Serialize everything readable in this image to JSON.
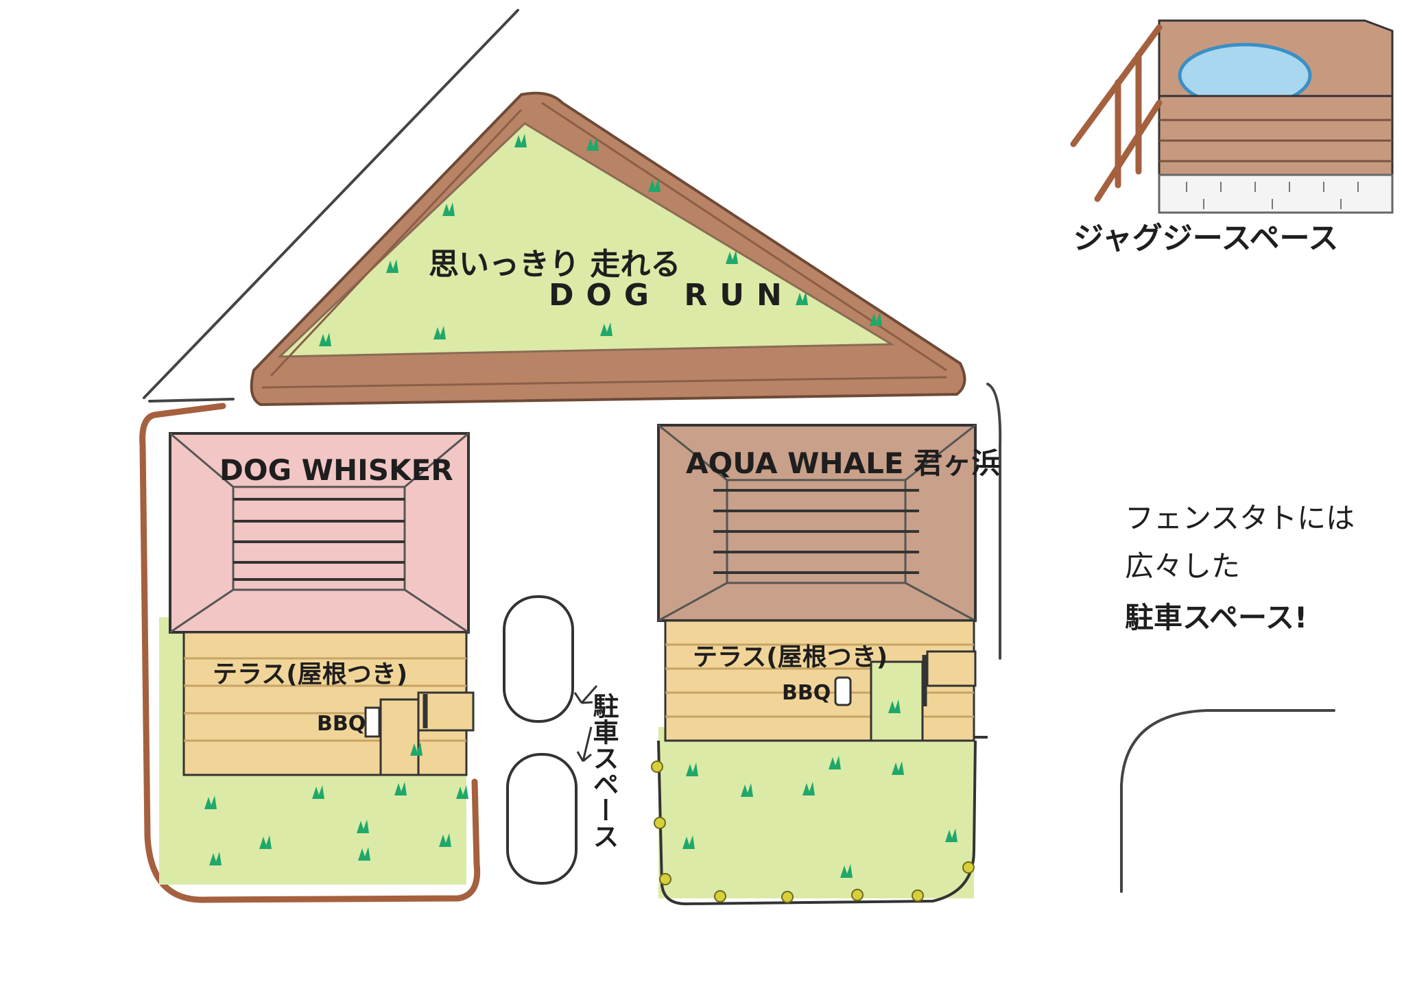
{
  "dog_run": {
    "line1": "思いっきり 走れる",
    "line2": "DOG RUN"
  },
  "cabin_left": {
    "name": "DOG WHISKER",
    "terrace": "テラス(屋根つき)",
    "bbq": "BBQ"
  },
  "cabin_right": {
    "name": "AQUA WHALE 君ヶ浜",
    "terrace": "テラス(屋根つき)",
    "bbq": "BBQ"
  },
  "parking": {
    "label": "駐車スペース"
  },
  "jacuzzi": {
    "label": "ジャグジースペース"
  },
  "note": {
    "line1": "フェンスタトには",
    "line2": "広々した",
    "line3": "駐車スペース!"
  },
  "colors": {
    "grass": "#dbeaa6",
    "grass_tuft": "#1fa86a",
    "wood": "#b98366",
    "roof_pink": "#f1c6c4",
    "roof_brown": "#c9a089",
    "terrace": "#f1d598",
    "water": "#a9d7f0",
    "pencil": "#3a3a3a",
    "fence_light": "#d9cf3a"
  }
}
